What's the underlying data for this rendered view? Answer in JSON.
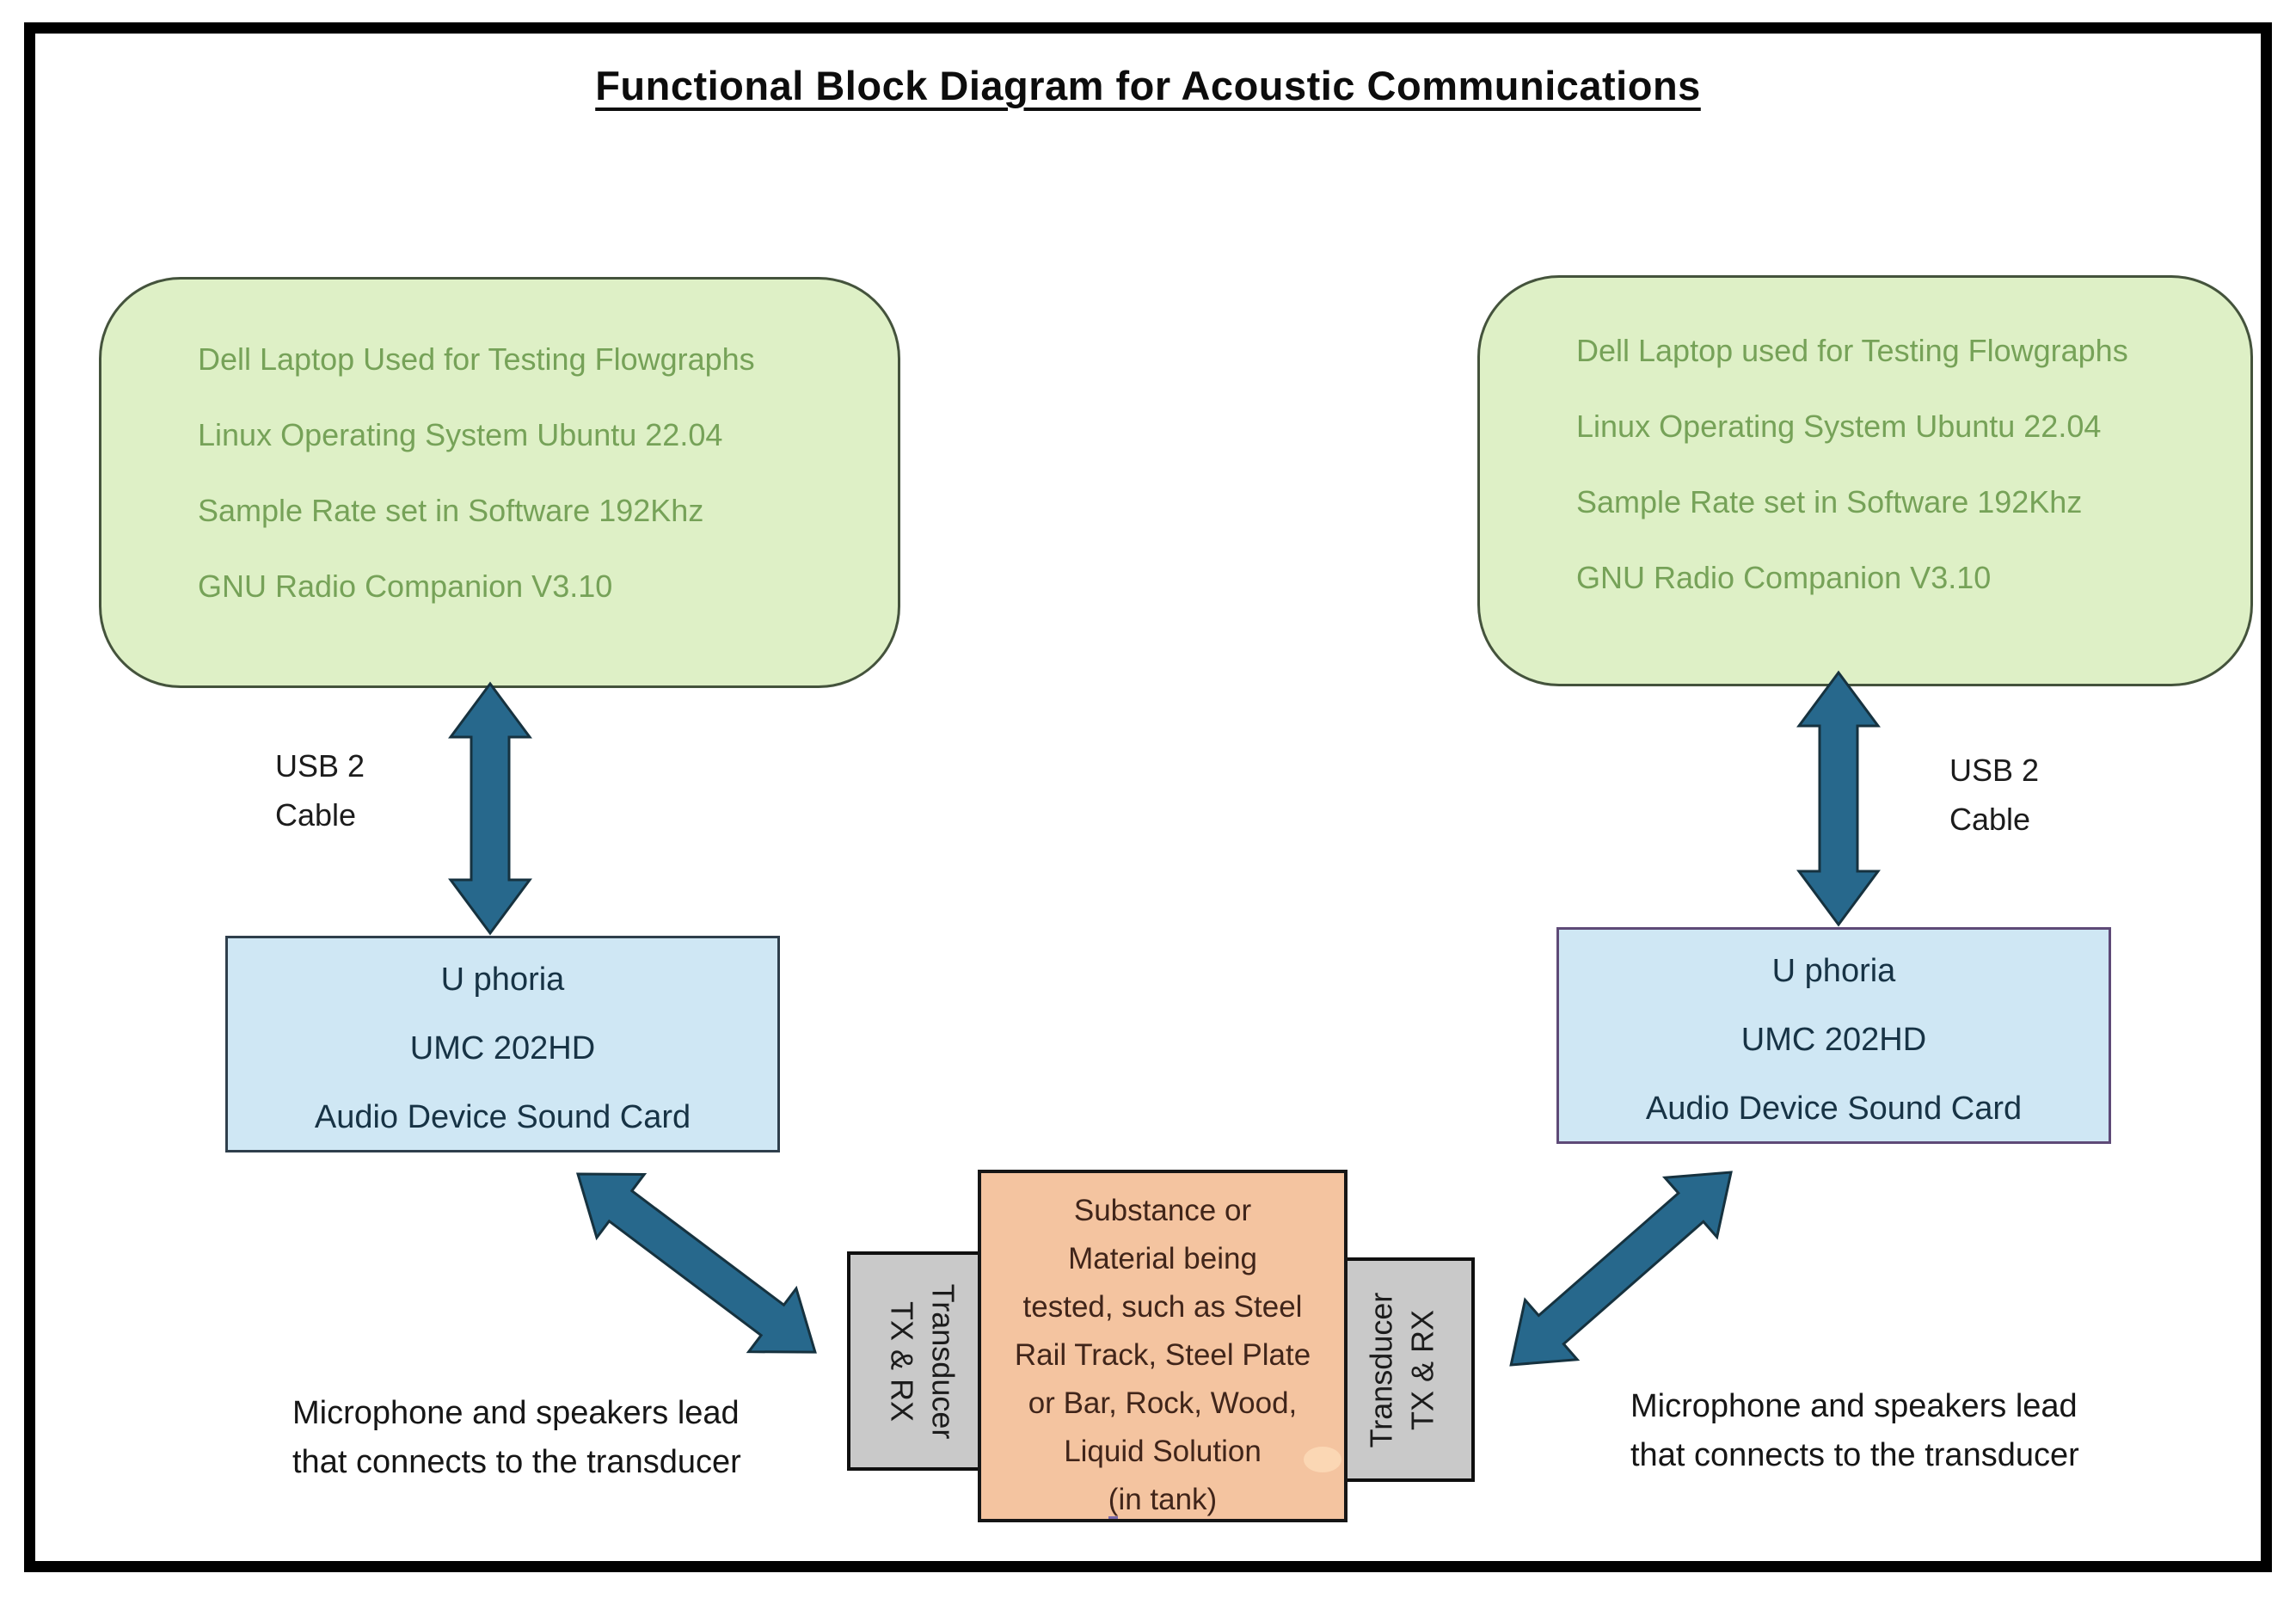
{
  "title": "Functional Block Diagram for Acoustic Communications",
  "colors": {
    "arrow_fill": "#27688c",
    "arrow_outline": "#16323f",
    "laptop_box_fill": "#def0c6",
    "laptop_box_text": "#76a258",
    "soundcard_fill": "#cfe7f4",
    "soundcard_border_left": "#2f3f4c",
    "soundcard_border_right": "#5e4a77",
    "transducer_fill": "#c9c9c9",
    "substance_fill": "#f4c4a0",
    "substance_text": "#40251a",
    "frame_border": "#000000"
  },
  "laptop_left": {
    "lines": [
      "Dell Laptop Used for Testing Flowgraphs",
      "Linux Operating System Ubuntu 22.04",
      "Sample Rate set in Software 192Khz",
      "GNU Radio Companion V3.10"
    ]
  },
  "laptop_right": {
    "lines": [
      "Dell Laptop used for Testing Flowgraphs",
      "Linux Operating System Ubuntu 22.04",
      "Sample Rate set in Software 192Khz",
      "GNU Radio Companion V3.10"
    ]
  },
  "usb_left": {
    "line1": "USB 2",
    "line2": "Cable"
  },
  "usb_right": {
    "line1": "USB 2",
    "line2": "Cable"
  },
  "soundcard_left": {
    "line1": "U phoria",
    "line2": "UMC 202HD",
    "line3": "Audio Device Sound Card"
  },
  "soundcard_right": {
    "line1": "U phoria",
    "line2": "UMC 202HD",
    "line3": "Audio Device Sound Card"
  },
  "transducer_left": {
    "line1": "Transducer",
    "line2": "TX & RX"
  },
  "transducer_right": {
    "line1": "Transducer",
    "line2": "TX & RX"
  },
  "substance": {
    "lines": [
      "Substance or",
      "Material being",
      "tested, such as Steel",
      "Rail Track, Steel Plate",
      "or Bar, Rock, Wood,",
      "Liquid Solution"
    ],
    "last_line_prefix": "(",
    "last_line_rest": "in tank)"
  },
  "mic_left": {
    "line1": "Microphone and speakers lead",
    "line2": "that connects to the transducer"
  },
  "mic_right": {
    "line1": "Microphone and speakers lead",
    "line2": "that connects to the transducer"
  }
}
